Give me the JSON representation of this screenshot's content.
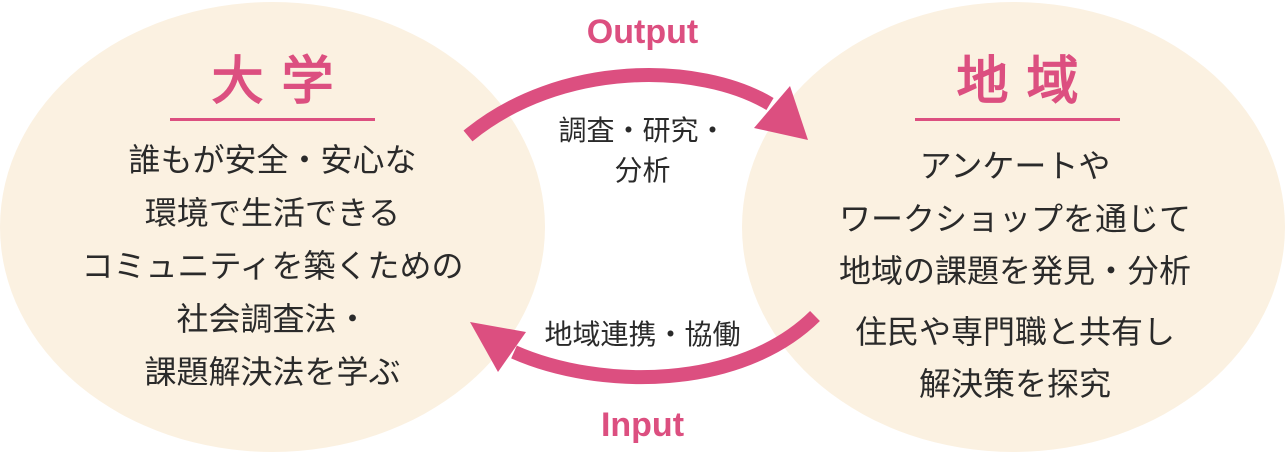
{
  "colors": {
    "accent": "#dc4f80",
    "circle_fill": "#fbf1e1",
    "text": "#2a2a2a"
  },
  "left": {
    "heading": "大学",
    "lines": [
      "誰もが安全・安心な",
      "環境で生活できる",
      "コミュニティを築くための",
      "社会調査法・",
      "課題解決法を学ぶ"
    ]
  },
  "right": {
    "heading": "地域",
    "lines": [
      "アンケートや",
      "ワークショップを通じて",
      "地域の課題を発見・分析",
      "住民や専門職と共有し",
      "解決策を探究"
    ]
  },
  "top_arrow": {
    "label": "Output",
    "lines": [
      "調査・研究・",
      "分析"
    ]
  },
  "bottom_arrow": {
    "label": "Input",
    "lines": [
      "地域連携・協働"
    ]
  }
}
